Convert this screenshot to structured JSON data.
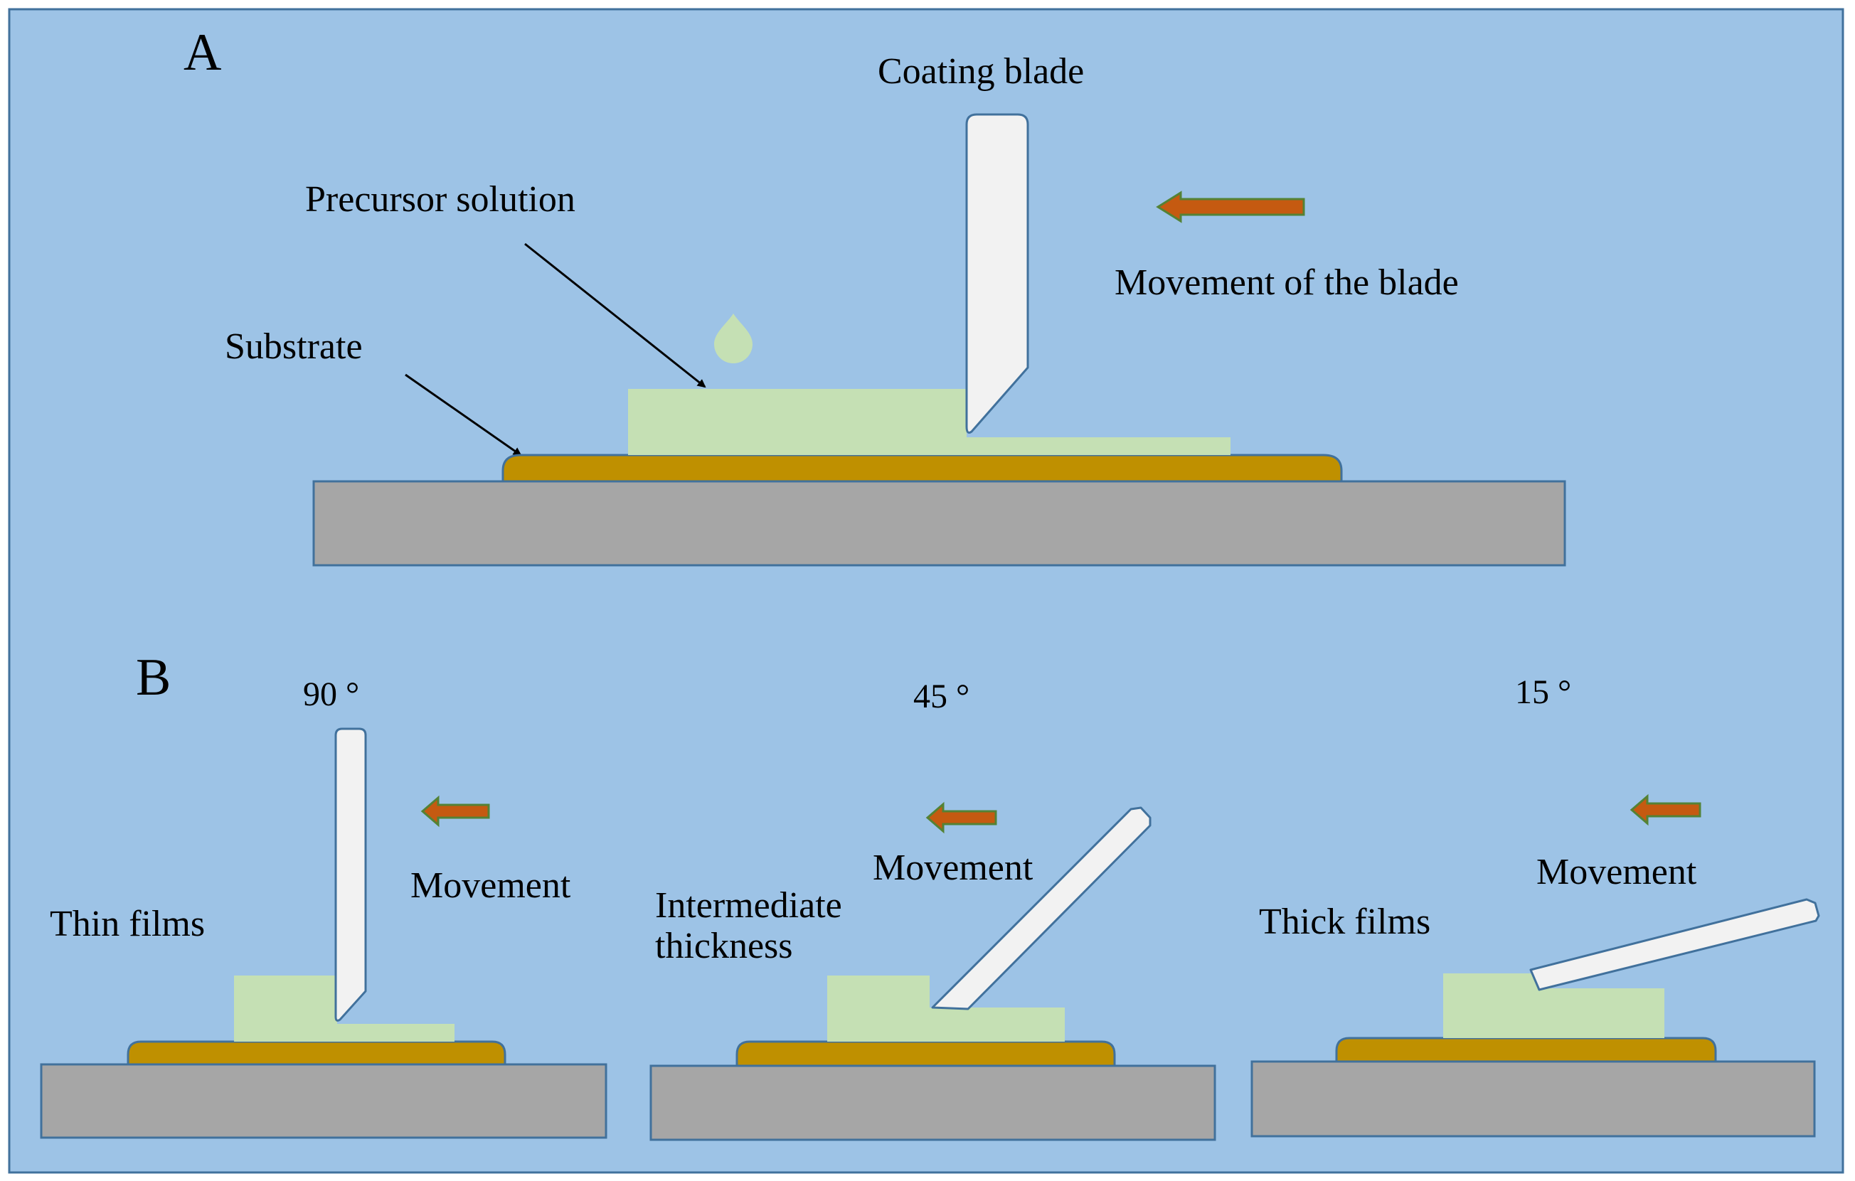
{
  "panel_a": {
    "label": "A",
    "coating_blade": "Coating blade",
    "precursor_solution": "Precursor solution",
    "substrate": "Substrate",
    "movement": "Movement of the blade"
  },
  "panel_b": {
    "label": "B",
    "setups": [
      {
        "angle": "90 °",
        "movement": "Movement",
        "film": "Thin films"
      },
      {
        "angle": "45 °",
        "movement": "Movement",
        "film_line1": "Intermediate",
        "film_line2": "thickness"
      },
      {
        "angle": "15 °",
        "movement": "Movement",
        "film": "Thick films"
      }
    ]
  },
  "colors": {
    "background": "#9dc3e6",
    "frame": "#41719c",
    "precursor": "#c5e0b4",
    "substrate": "#bf9000",
    "base": "#a6a6a6",
    "blade": "#f2f2f2",
    "arrow": "#c55a11",
    "arrow_outline": "#548235"
  }
}
